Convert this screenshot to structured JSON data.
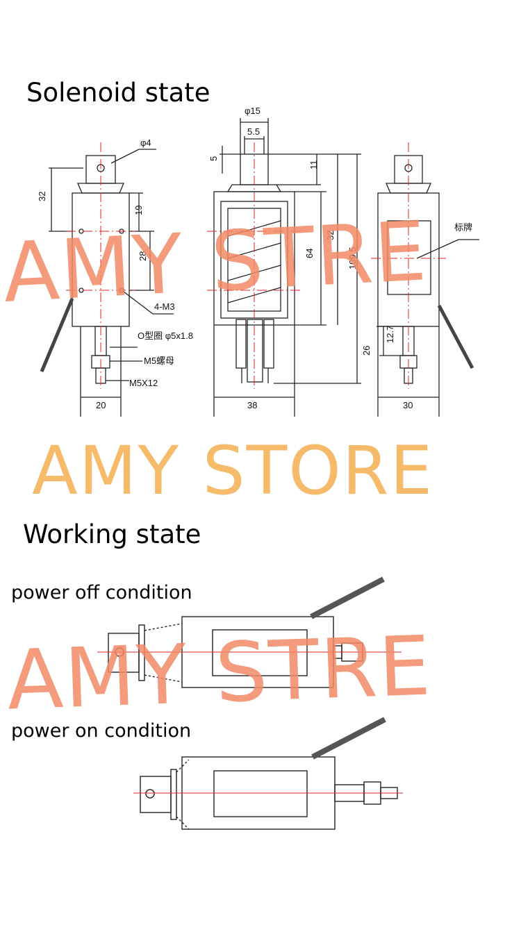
{
  "headings": {
    "solenoid_state": "Solenoid state",
    "working_state": "Working state"
  },
  "conditions": {
    "power_off": "power off condition",
    "power_on": "power on condition"
  },
  "watermarks": {
    "top": "AMY STRE",
    "middle": "AMY STORE",
    "bottom": "AMY STRE"
  },
  "colors": {
    "watermark_red": "#f28a66",
    "watermark_orange": "#f4b45a",
    "centerline": "#e02020",
    "line": "#222222"
  },
  "dimensions": {
    "phi4": "φ4",
    "d32_left": "32",
    "d19": "19",
    "d28": "28",
    "four_m3": "4-M3",
    "o_ring": "O型圈 φ5x1.8",
    "m5_nut": "M5螺母",
    "m5x12": "M5X12",
    "w20": "20",
    "phi15": "φ15",
    "d5_5": "5.5",
    "d5": "5",
    "d11": "11",
    "d32_mid": "32",
    "d64": "64",
    "d109_5": "109.5",
    "d26": "26",
    "w38": "38",
    "nameplate": "标牌",
    "d12_7": "12.7",
    "w30": "30"
  }
}
